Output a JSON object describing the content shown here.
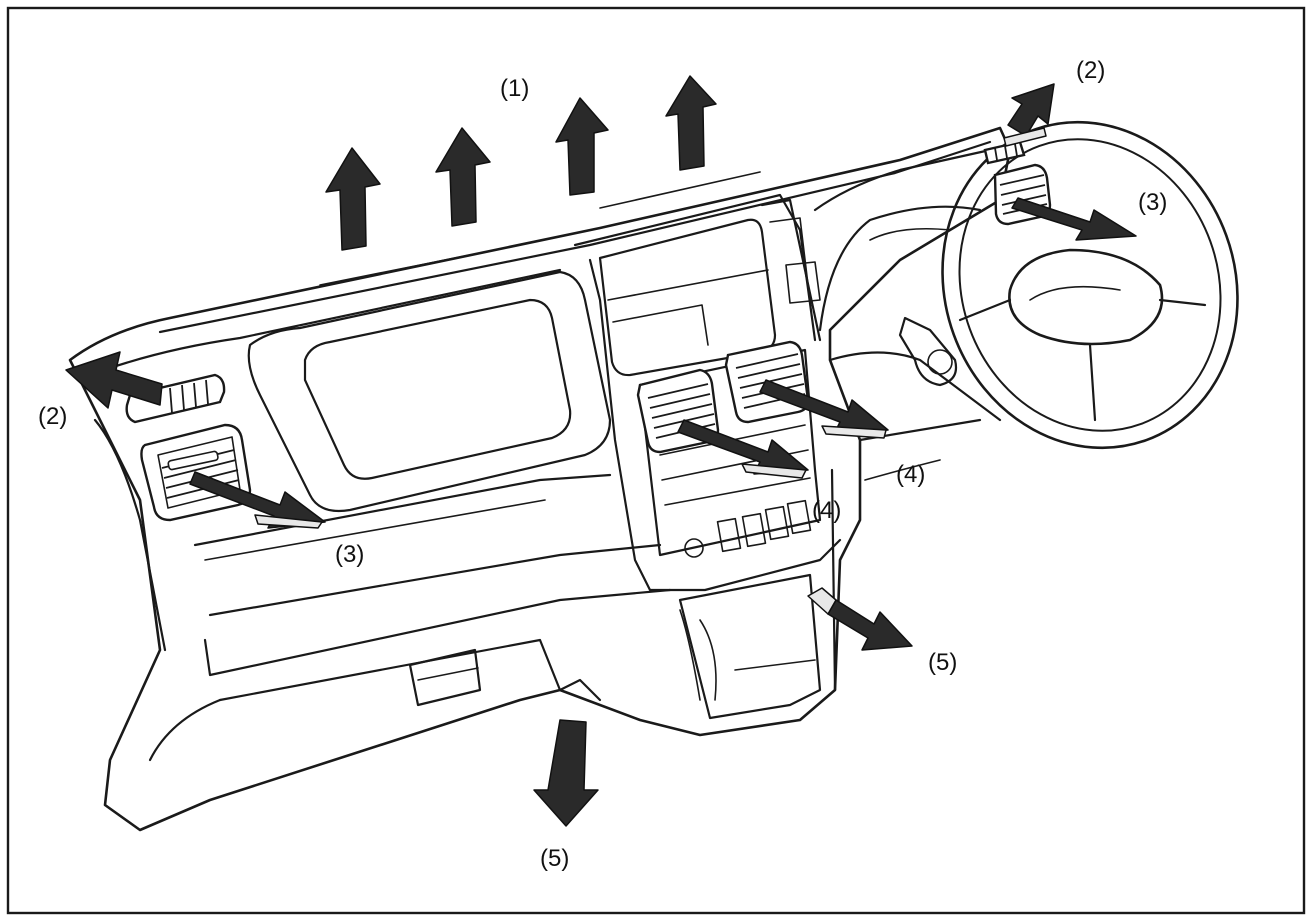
{
  "diagram": {
    "callouts": {
      "c1": "(1)",
      "c2_right": "(2)",
      "c2_left": "(2)",
      "c3_right": "(3)",
      "c3_left": "(3)",
      "c4_right": "(4)",
      "c4_center": "(4)",
      "c5_right": "(5)",
      "c5_bottom": "(5)"
    }
  },
  "colors": {
    "line": "#1a1a1a",
    "arrow": "#2a2a2a",
    "background": "#ffffff"
  }
}
